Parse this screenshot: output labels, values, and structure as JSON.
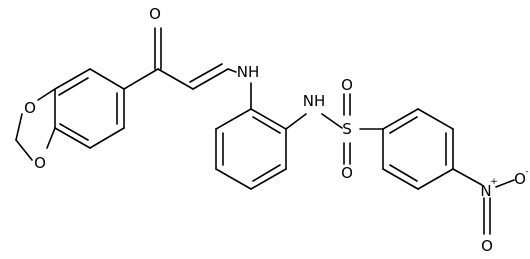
{
  "atoms": {
    "o_carbonyl": "O",
    "o_ring_1": "O",
    "o_ring_2": "O",
    "nh_enamine": "NH",
    "nh_sulfonamide": "NH",
    "s_sulfonyl": "S",
    "o_sulfonyl_1": "O",
    "o_sulfonyl_2": "O",
    "n_nitro": "N",
    "o_nitro_1": "O",
    "o_nitro_2": "O"
  },
  "charges": {
    "n_nitro": "+",
    "o_nitro_2": "-"
  },
  "colors": {
    "bond": "#000000",
    "label": "#000000",
    "background": "#ffffff"
  }
}
